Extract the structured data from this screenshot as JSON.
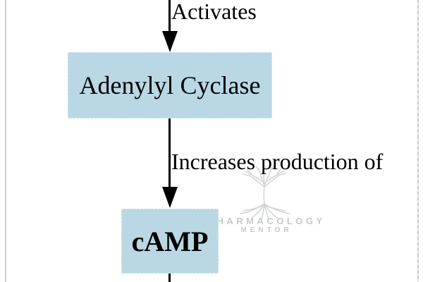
{
  "flow": {
    "edge1_label": "Activates",
    "node1_label": "Adenylyl Cyclase",
    "edge2_label": "Increases production of",
    "node2_label": "cAMP"
  },
  "watermark": {
    "brand_line1": "PHARMACOLOGY",
    "brand_line2": "MENTOR"
  },
  "colors": {
    "node_fill": "#b9d8e3",
    "arrow": "#000000",
    "frame_line": "#c9c9c9",
    "watermark_text": "#c5cac7",
    "watermark_tree": "#d3d7d3"
  }
}
